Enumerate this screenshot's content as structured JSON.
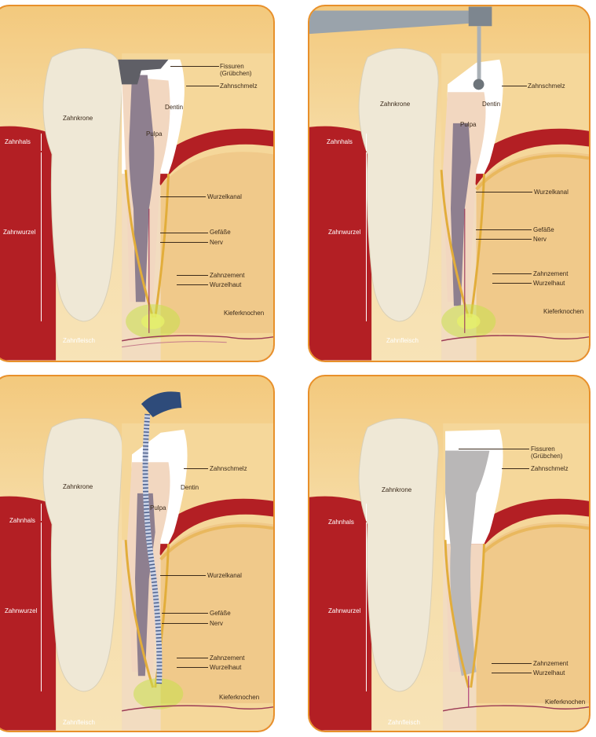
{
  "panels": [
    {
      "id": "p1",
      "labels": {
        "fissuren": "Fissuren",
        "gruebchen": "(Grübchen)",
        "zahnschmelz": "Zahnschmelz",
        "zahnkrone": "Zahnkrone",
        "dentin": "Dentin",
        "pulpa": "Pulpa",
        "zahnhals": "Zahnhals",
        "wurzelkanal": "Wurzelkanal",
        "zahnwurzel": "Zahnwurzel",
        "gefaesse": "Gefäße",
        "nerv": "Nerv",
        "zahnzement": "Zahnzement",
        "wurzelhaut": "Wurzelhaut",
        "kieferknochen": "Kieferknochen",
        "zahnfleisch": "Zahnfleisch"
      }
    },
    {
      "id": "p2",
      "labels": {
        "zahnschmelz": "Zahnschmelz",
        "zahnkrone": "Zahnkrone",
        "dentin": "Dentin",
        "pulpa": "Pulpa",
        "zahnhals": "Zahnhals",
        "wurzelkanal": "Wurzelkanal",
        "zahnwurzel": "Zahnwurzel",
        "gefaesse": "Gefäße",
        "nerv": "Nerv",
        "zahnzement": "Zahnzement",
        "wurzelhaut": "Wurzelhaut",
        "kieferknochen": "Kieferknochen",
        "zahnfleisch": "Zahnfleisch"
      }
    },
    {
      "id": "p3",
      "labels": {
        "zahnschmelz": "Zahnschmelz",
        "zahnkrone": "Zahnkrone",
        "dentin": "Dentin",
        "pulpa": "Pulpa",
        "zahnhals": "Zahnhals",
        "wurzelkanal": "Wurzelkanal",
        "zahnwurzel": "Zahnwurzel",
        "gefaesse": "Gefäße",
        "nerv": "Nerv",
        "zahnzement": "Zahnzement",
        "wurzelhaut": "Wurzelhaut",
        "kieferknochen": "Kieferknochen",
        "zahnfleisch": "Zahnfleisch"
      }
    },
    {
      "id": "p4",
      "labels": {
        "fissuren": "Fissuren",
        "gruebchen": "(Grübchen)",
        "zahnschmelz": "Zahnschmelz",
        "zahnkrone": "Zahnkrone",
        "zahnhals": "Zahnhals",
        "zahnwurzel": "Zahnwurzel",
        "zahnzement": "Zahnzement",
        "wurzelhaut": "Wurzelhaut",
        "kieferknochen": "Kieferknochen",
        "zahnfleisch": "Zahnfleisch"
      }
    }
  ],
  "colors": {
    "panel_border": "#e8902a",
    "gum": "#b31f24",
    "background": "#f5d79a",
    "bone": "#f0c98a",
    "tooth": "#efe8d6",
    "pulp": "#8e7f8f",
    "filling": "#b9b7b7",
    "instrument": "#9aa3ab",
    "file": "#2e4b7a",
    "infection_glow": "#c8e04a"
  }
}
